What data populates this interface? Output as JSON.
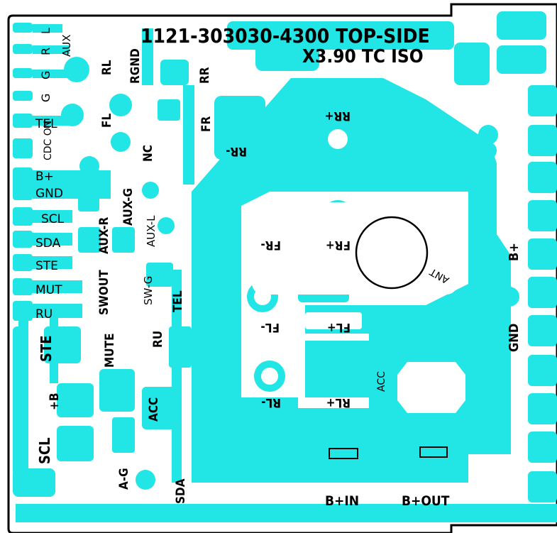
{
  "board": {
    "title": "1121-303030-4300 TOP-SIDE",
    "subtitle": "X3.90 TC ISO",
    "copper_color": "#22e5e5",
    "outline_color": "#000000",
    "background_color": "#ffffff"
  },
  "left_pins": {
    "aux": "AUX",
    "l": "L",
    "r": "R",
    "g1": "G",
    "g2": "G",
    "tel": "TEL",
    "cdc_on": "CDC ON",
    "b_plus": "B+",
    "gnd": "GND",
    "scl": "SCL",
    "sda": "SDA",
    "ste": "STE",
    "mut": "MUT",
    "ru": "RU"
  },
  "labels": {
    "rl": "RL",
    "rgnd": "RGND",
    "rr": "RR",
    "fl": "FL",
    "fr": "FR",
    "nc": "NC",
    "aux_g": "AUX-G",
    "aux_r": "AUX-R",
    "aux_l": "AUX-L",
    "swout": "SWOUT",
    "sw_g": "SW-G",
    "tel_v": "TEL",
    "mute": "MUTE",
    "ru_v": "RU",
    "ste_v": "STE",
    "plus_b": "+B",
    "acc": "ACC",
    "scl_v": "SCL",
    "a_g": "A-G",
    "sda_v": "SDA",
    "rr_minus": "RR-",
    "rr_plus": "RR+",
    "fr_minus": "FR-",
    "fr_plus": "FR+",
    "fl_minus": "FL-",
    "fl_plus": "FL+",
    "rl_minus": "RL-",
    "rl_plus": "RL+",
    "acc_small": "ACC",
    "ant": "ANT",
    "b_plus_right": "B+",
    "gnd_right": "GND",
    "b_plus_in": "B+IN",
    "b_plus_out": "B+OUT"
  }
}
